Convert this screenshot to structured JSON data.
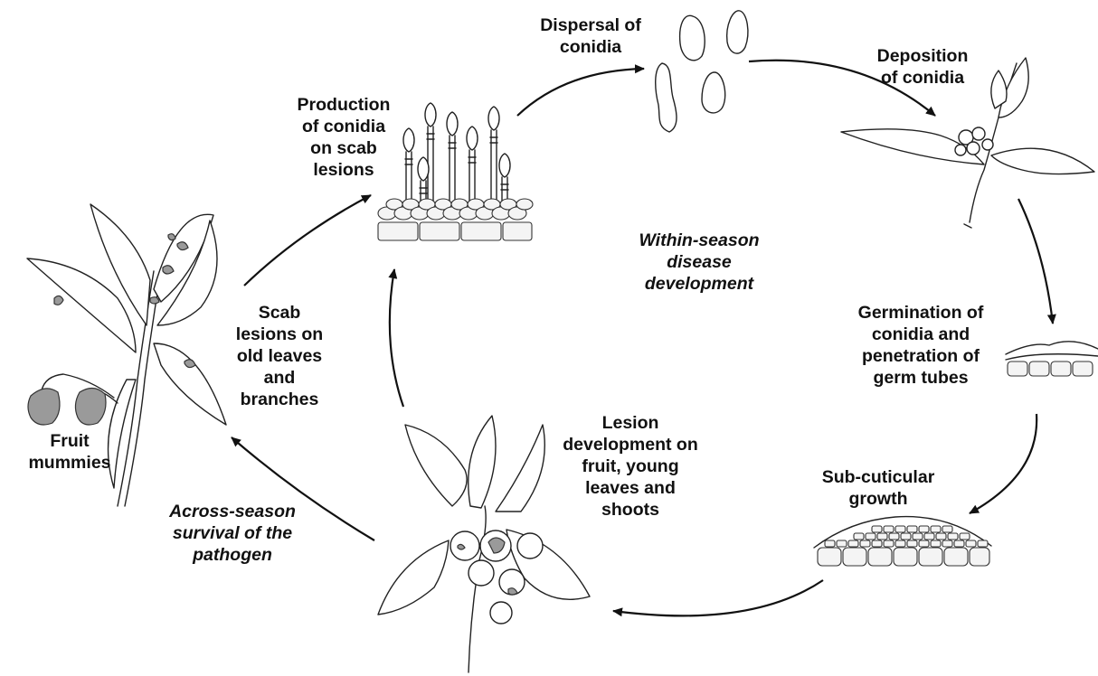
{
  "labels": {
    "dispersal": [
      "Dispersal of",
      "conidia"
    ],
    "deposition": [
      "Deposition",
      "of conidia"
    ],
    "production": [
      "Production",
      "of conidia",
      "on scab",
      "lesions"
    ],
    "germination": [
      "Germination of",
      "conidia and",
      "penetration of",
      "germ tubes"
    ],
    "within_season": [
      "Within-season",
      "disease",
      "development"
    ],
    "scab_lesions": [
      "Scab",
      "lesions on",
      "old leaves",
      "and",
      "branches"
    ],
    "subcuticular": [
      "Sub-cuticular",
      "growth"
    ],
    "lesion_development": [
      "Lesion",
      "development on",
      "fruit, young",
      "leaves and",
      "shoots"
    ],
    "fruit_mummies": [
      "Fruit",
      "mummies"
    ],
    "across_season": [
      "Across-season",
      "survival of the",
      "pathogen"
    ]
  },
  "colors": {
    "text": "#111111",
    "line": "#222222",
    "lesion_fill": "#9a9a9a",
    "cell_fill": "#f4f4f4"
  }
}
